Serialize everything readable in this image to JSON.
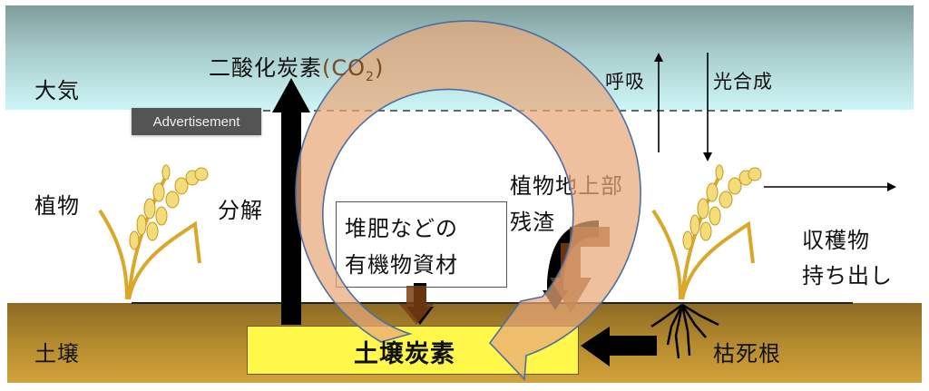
{
  "zones": {
    "atmosphere": "大気",
    "plant": "植物",
    "soil": "土壌"
  },
  "labels": {
    "co2_prefix": "二酸化炭素",
    "co2_formula": "(CO",
    "co2_subscript": "2",
    "co2_close": ")",
    "decomposition": "分解",
    "respiration": "呼吸",
    "photosynthesis": "光合成",
    "compost_line1": "堆肥などの",
    "compost_line2": "有機物資材",
    "residue_line1": "植物地上部",
    "residue_line2": "残渣",
    "harvest_line1": "収穫物",
    "harvest_line2": "持ち出し",
    "dead_roots": "枯死根",
    "soil_carbon": "土壌炭素"
  },
  "overlay": {
    "advertisement": "Advertisement"
  },
  "colors": {
    "sky_top": "#7e9d9b",
    "sky_bottom": "#cef6f6",
    "soil_top": "#8c6a24",
    "soil_bottom": "#d2a23a",
    "cycle_ring": "#e8a778",
    "cycle_outline": "#4a6fa5",
    "soil_carbon_box": "#fff84a",
    "brown_arrow": "#7a3f12"
  }
}
